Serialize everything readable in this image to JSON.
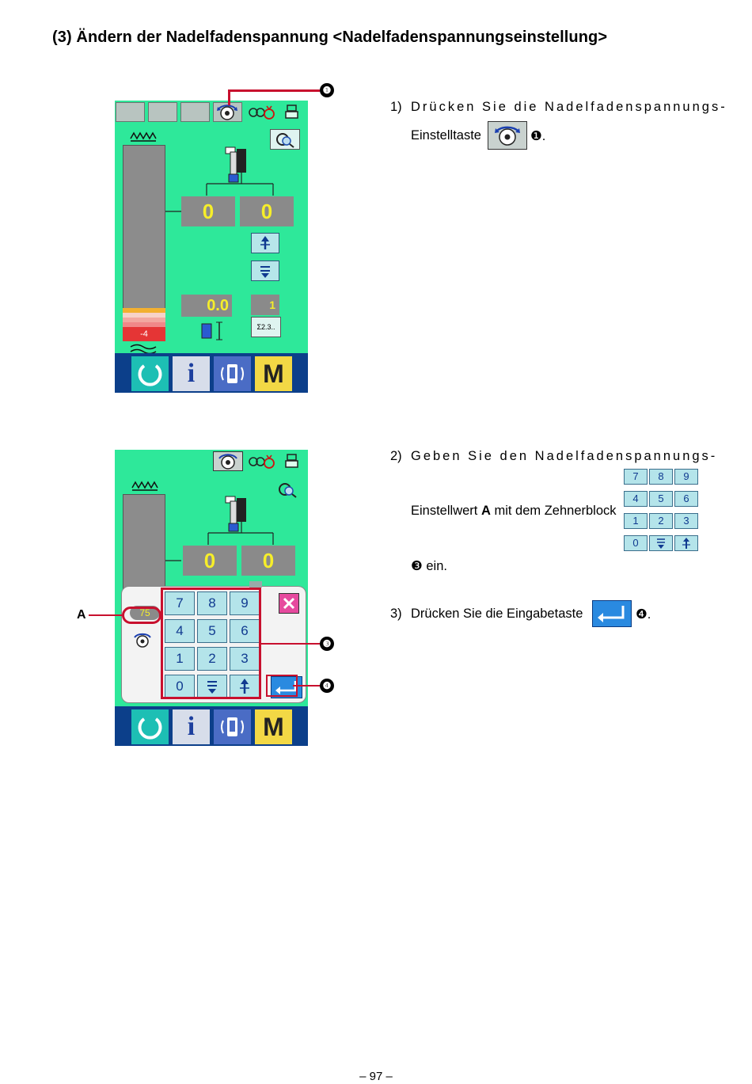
{
  "title": "(3) Ändern der Nadelfadenspannung <Nadelfadenspannungseinstellung>",
  "colors": {
    "screen_bg": "#2ee89a",
    "value_text": "#f6ee2a",
    "callout_line": "#c8102e",
    "bottom_bar": "#0c3f8a"
  },
  "screen1": {
    "value_left": "0",
    "value_right": "0",
    "pitch_value": "0.0",
    "counter_value": "1",
    "gauge_value": "-4",
    "stitch_icon_label": "Σ2.3..",
    "callout": "❶"
  },
  "screen2": {
    "value_left": "0",
    "value_right": "0",
    "entry_value": "75",
    "keypad": [
      "7",
      "8",
      "9",
      "4",
      "5",
      "6",
      "1",
      "2",
      "3",
      "0"
    ],
    "label_a": "A",
    "callout_keypad": "❸",
    "callout_enter": "❹"
  },
  "bottom_bar": {
    "info_label": "i",
    "m_label": "M"
  },
  "steps": {
    "s1_num": "1)",
    "s1_line1": "Drücken Sie die Nadelfadenspannungs-",
    "s1_line2": "Einstelltaste",
    "s1_ref": "❶.",
    "s2_num": "2)",
    "s2_line1": "Geben Sie den Nadelfadenspannungs-",
    "s2_line2_pre": "Einstellwert ",
    "s2_line2_bold": "A",
    "s2_line2_post": " mit dem Zehnerblock",
    "s2_line3_ref": "❸",
    "s2_line3_text": " ein.",
    "s3_num": "3)",
    "s3_text": "Drücken Sie die Eingabetaste",
    "s3_ref": "❹."
  },
  "small_keypad": [
    "7",
    "8",
    "9",
    "4",
    "5",
    "6",
    "1",
    "2",
    "3",
    "0"
  ],
  "page_number": "– 97 –"
}
